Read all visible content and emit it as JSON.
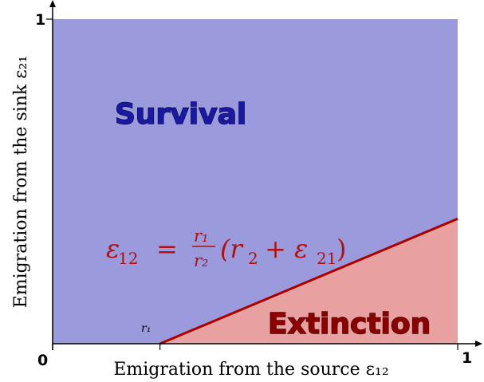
{
  "chart_data": {
    "type": "area",
    "xlim": [
      0,
      1
    ],
    "ylim": [
      0,
      1
    ],
    "x_tick_labels": [
      "0",
      "1"
    ],
    "y_tick_labels": [
      "1"
    ],
    "xlabel": "Emigration from the source ε₁₂",
    "ylabel": "Emigration from the sink ε₂₁",
    "r1_label": "r₁",
    "boundary": {
      "x": [
        0.265,
        1.0
      ],
      "y": [
        0.0,
        0.385
      ],
      "color": "#aa0000"
    },
    "regions": [
      {
        "name": "Survival",
        "color": "#9a9adc",
        "label_color": "#1a1aa0",
        "position": "upper-left"
      },
      {
        "name": "Extinction",
        "color": "#e8a0a0",
        "label_color": "#8b0000",
        "position": "lower-right"
      }
    ],
    "equation": {
      "lhs": "ε",
      "lhs_sub": "12",
      "eq": "=",
      "num": "r₁",
      "den": "r₂",
      "rhs_open": "(r",
      "rhs_sub1": "2",
      "rhs_plus": " + ε",
      "rhs_sub2": "21",
      "rhs_close": ")",
      "color": "#b01010"
    }
  }
}
